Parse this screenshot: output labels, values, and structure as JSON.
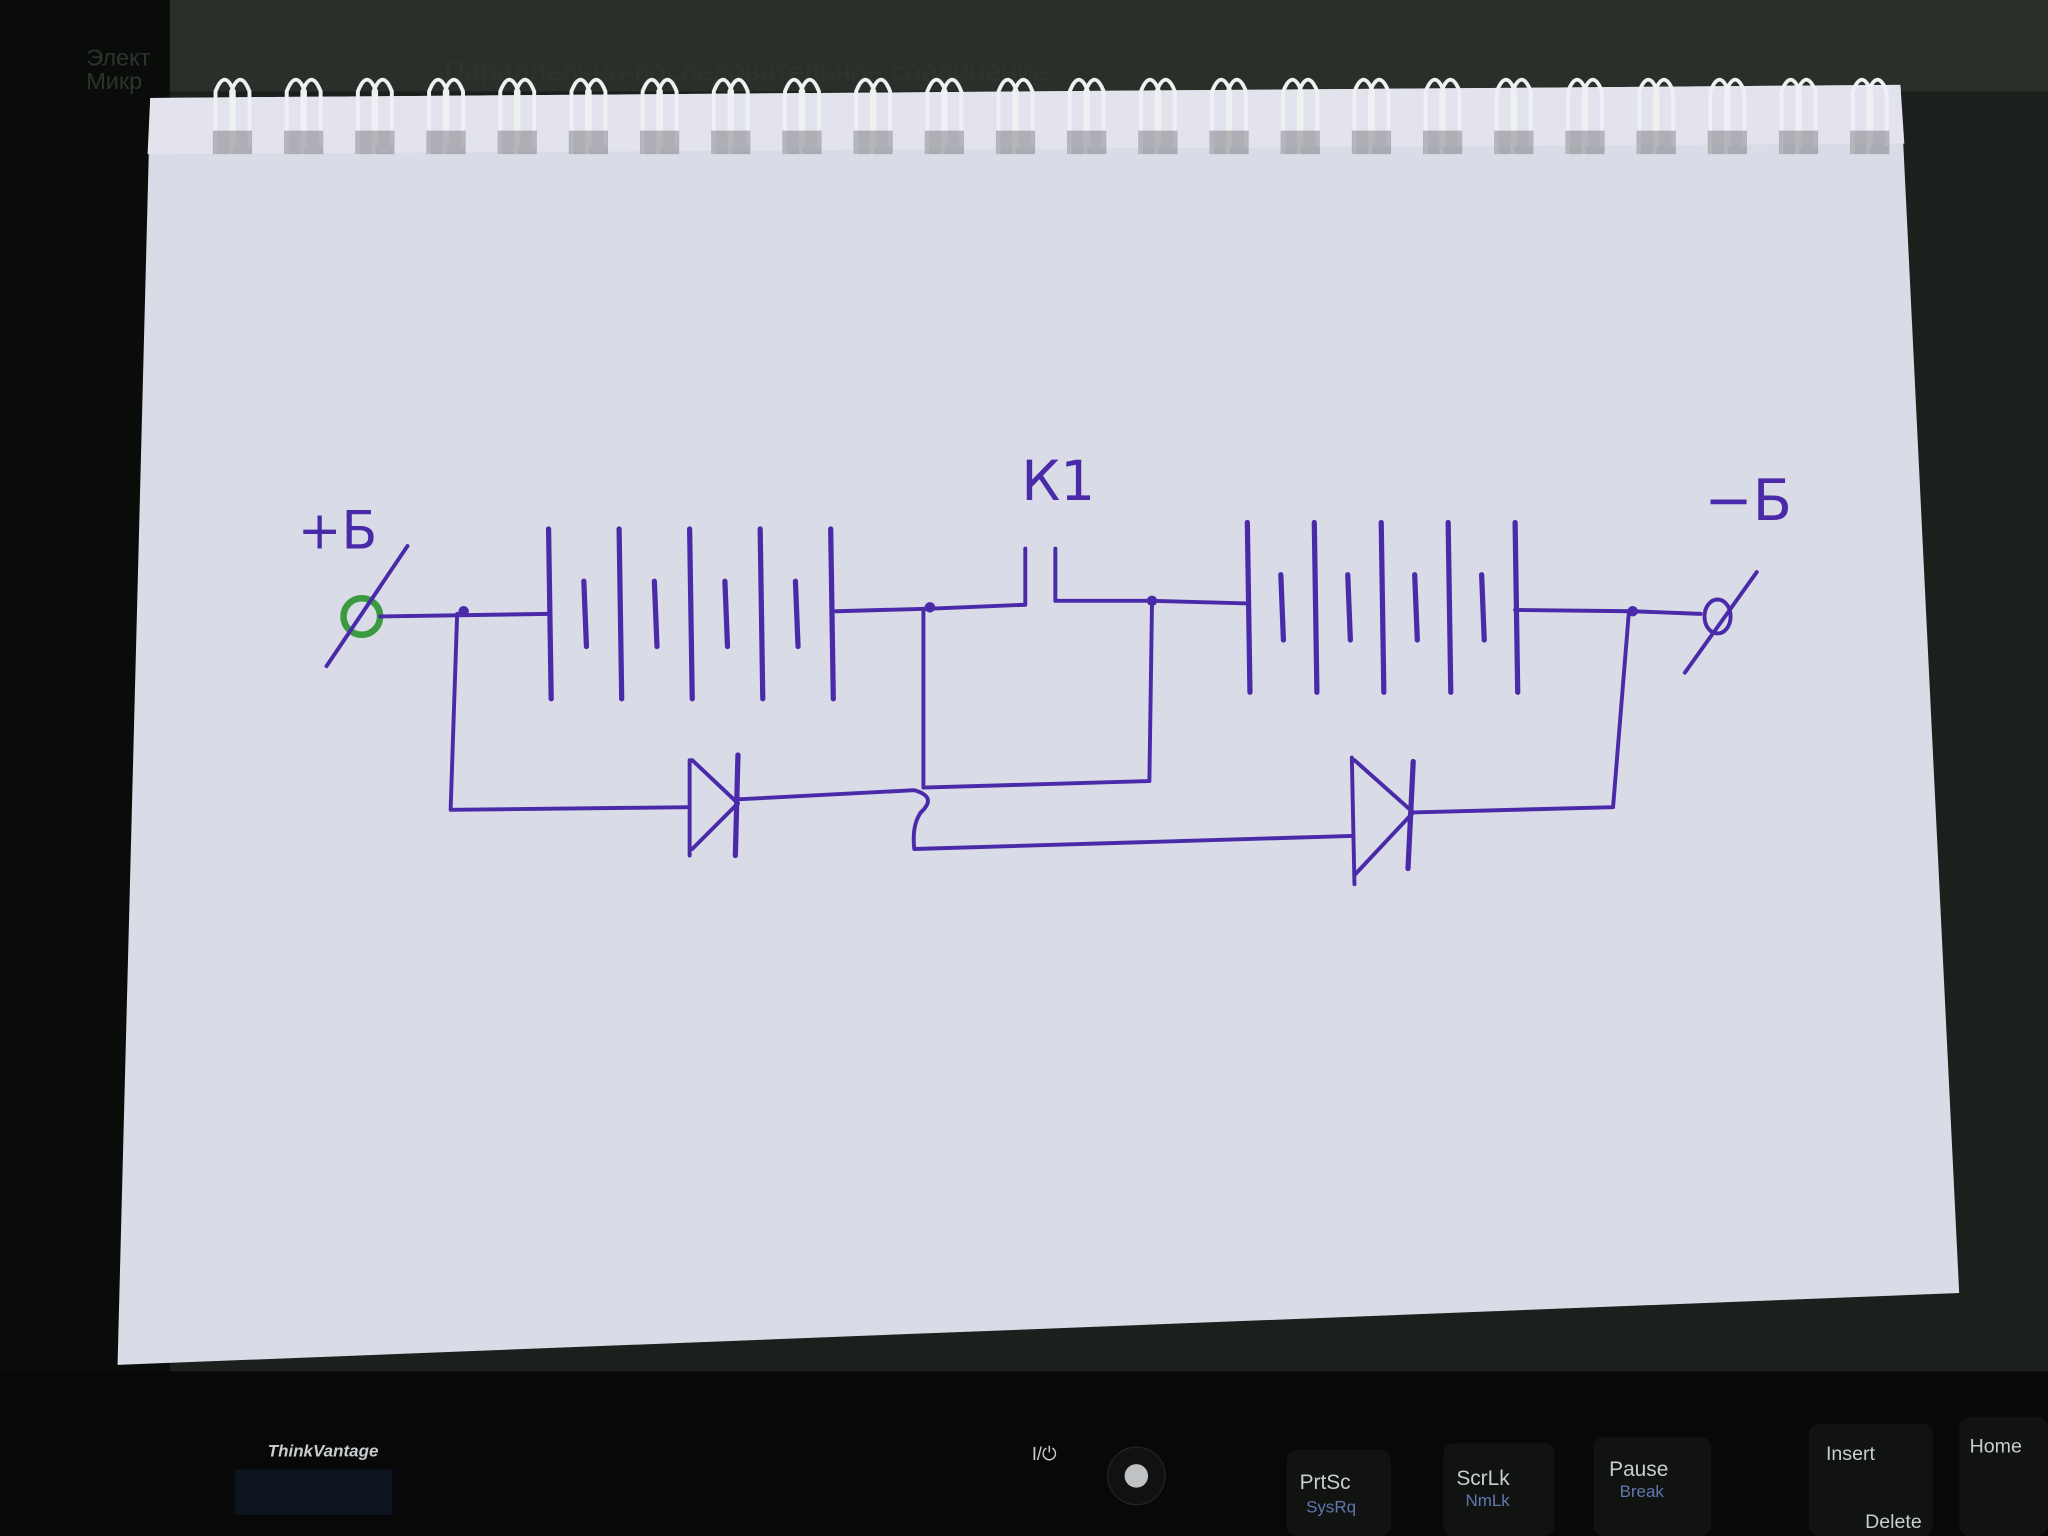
{
  "background_screen": {
    "title_text": "Параллельно-последовательное соединение",
    "sidebar_fragments": [
      "Элект",
      "Микр"
    ]
  },
  "diagram": {
    "labels": {
      "positive_terminal": "+Б",
      "switch": "К1",
      "negative_terminal": "−Б"
    },
    "ink_color": "#4a2aa8",
    "terminal_highlight_color": "#3a9a40"
  },
  "keyboard": {
    "brand": "ThinkVantage",
    "power_label": "I/⏻",
    "keys": [
      {
        "main": "PrtSc",
        "sub": "SysRq"
      },
      {
        "main": "ScrLk",
        "sub": "NmLk"
      },
      {
        "main": "Pause",
        "sub": "Break"
      },
      {
        "main": "Insert",
        "sub": ""
      },
      {
        "main": "Home",
        "sub": ""
      }
    ],
    "bottom_key": "Delete"
  }
}
